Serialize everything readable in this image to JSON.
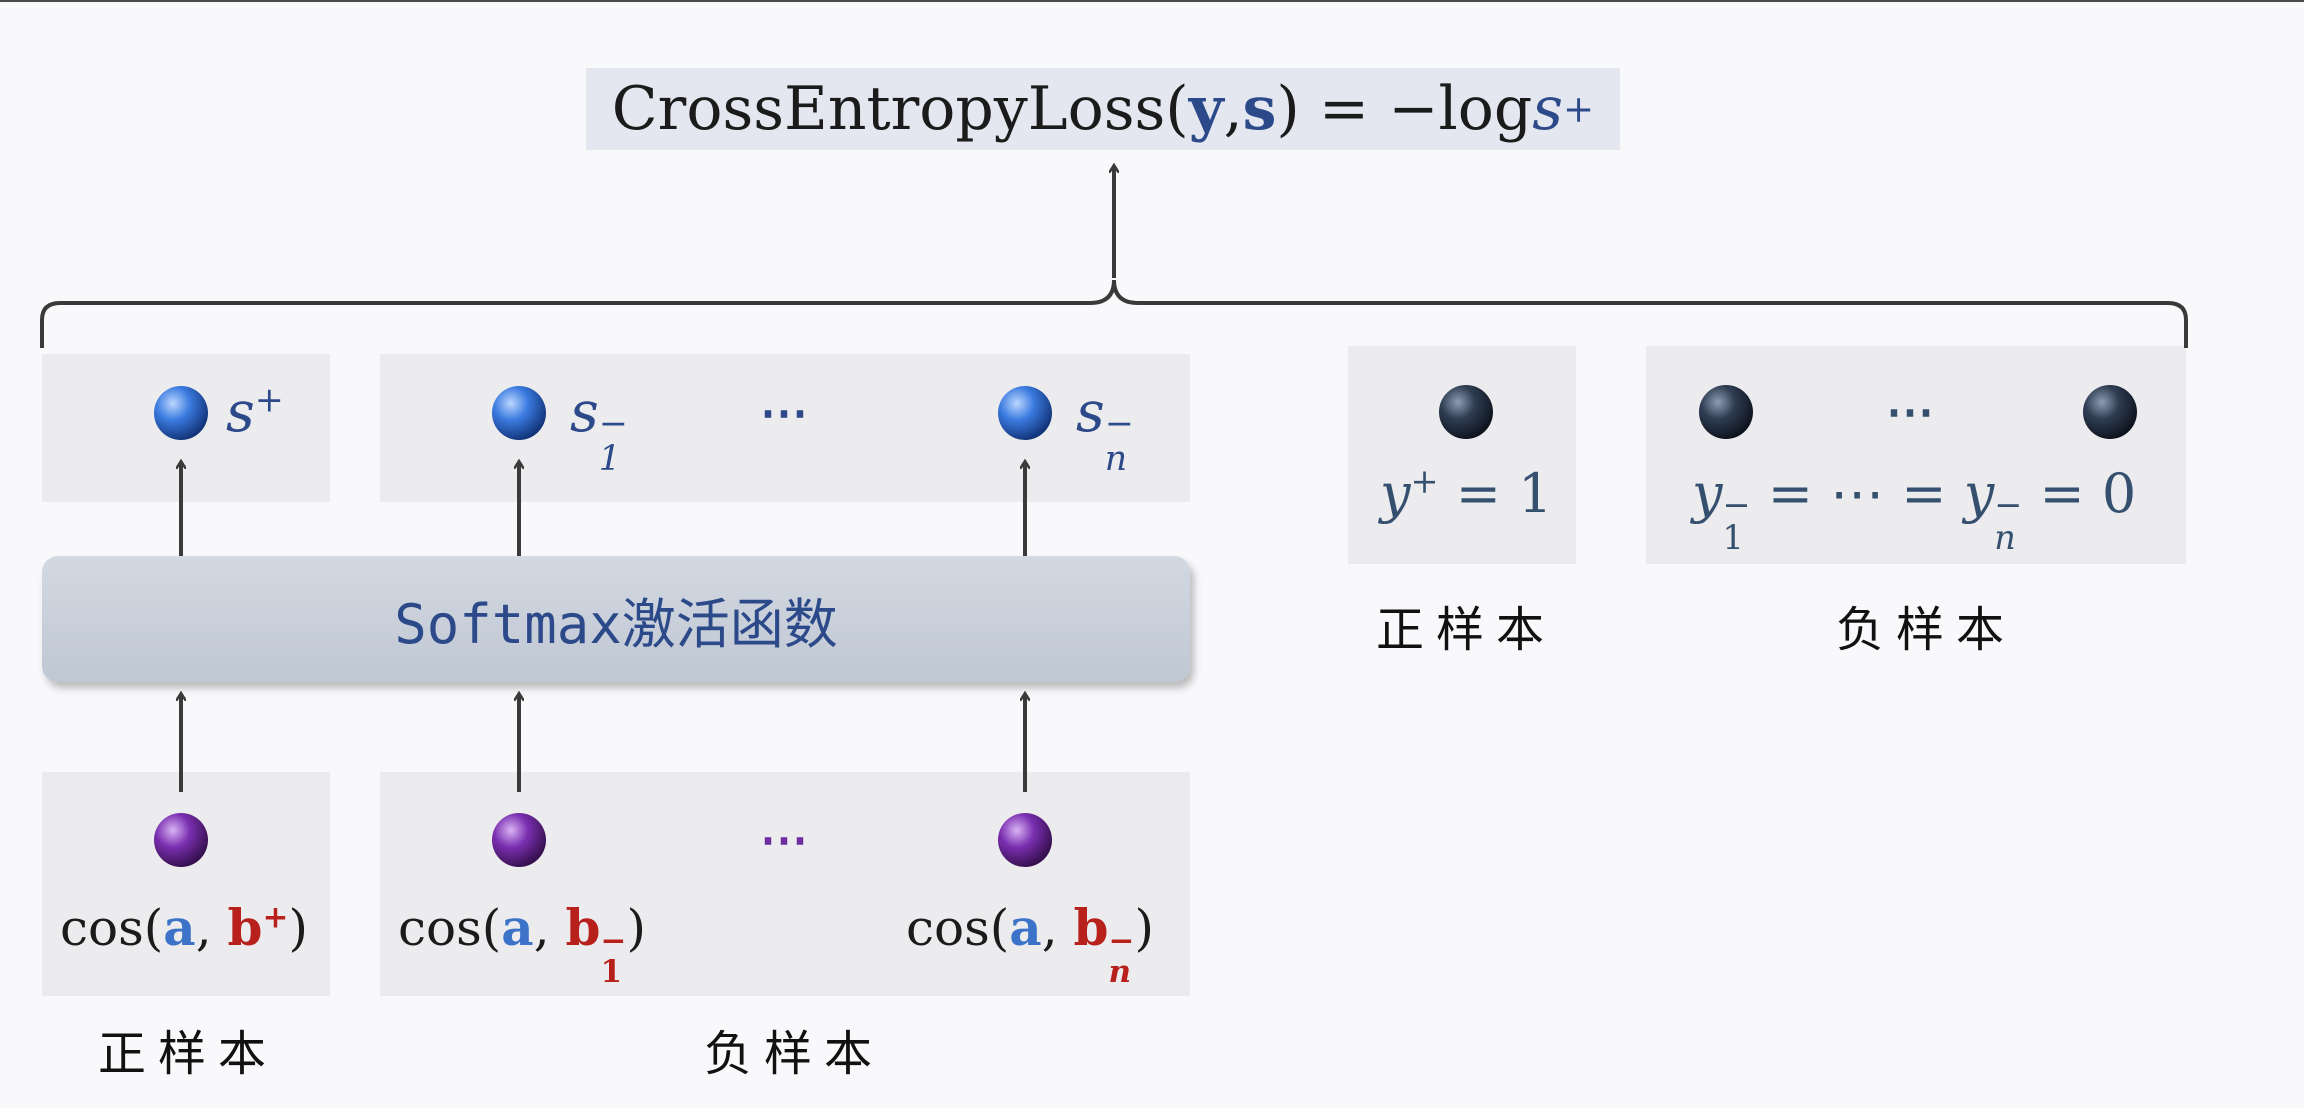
{
  "formula": {
    "lhs": "CrossEntropyLoss(",
    "y": "y",
    "comma": ", ",
    "s": "s",
    "rhs": ") = −log ",
    "s_sym": "s",
    "s_sup": "+"
  },
  "softmax_label": "Softmax激活函数",
  "outputs": {
    "pos": {
      "sym": "s",
      "sup": "+"
    },
    "neg1": {
      "sym": "s",
      "sup": "−",
      "sub": "1"
    },
    "negn": {
      "sym": "s",
      "sup": "−",
      "sub": "n"
    },
    "ellipsis": "⋯"
  },
  "inputs": {
    "pos": {
      "cos": "cos(",
      "a": "a",
      "comma": ", ",
      "b": "b",
      "sup": "+",
      "close": ")"
    },
    "neg1": {
      "cos": "cos(",
      "a": "a",
      "comma": ", ",
      "b": "b",
      "sup": "−",
      "sub": "1",
      "close": ")"
    },
    "negn": {
      "cos": "cos(",
      "a": "a",
      "comma": ", ",
      "b": "b",
      "sup": "−",
      "sub": "n",
      "close": ")"
    },
    "ellipsis": "⋯"
  },
  "labels_left": {
    "positive": "正样本",
    "negative": "负样本"
  },
  "targets": {
    "pos_expr": {
      "sym": "y",
      "sup": "+",
      "rest": " = 1"
    },
    "neg_expr": {
      "y1": "y",
      "y1_sup": "−",
      "y1_sub": "1",
      "mid": " = ⋯ = ",
      "yn": "y",
      "yn_sup": "−",
      "yn_sub": "n",
      "rest": " = 0"
    },
    "ellipsis": "⋯",
    "label_positive": "正样本",
    "label_negative": "负样本"
  },
  "colors": {
    "blue_ball": "#3b7be0",
    "purple_ball": "#7a2fb0",
    "dark_ball": "#2f3d52",
    "arrow": "#3a3a3a"
  }
}
